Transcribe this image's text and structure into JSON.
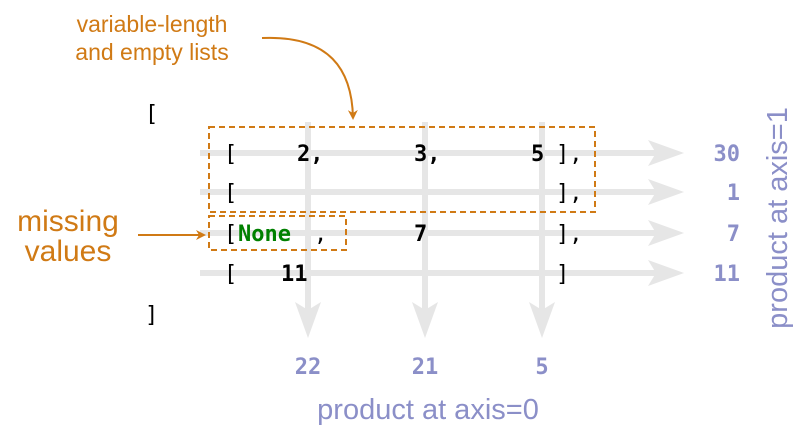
{
  "annotations": {
    "variable_line1": "variable-length",
    "variable_line2": "and empty lists",
    "missing_line1": "missing",
    "missing_line2": "values"
  },
  "array": {
    "open": "[",
    "close": "]",
    "rows": [
      {
        "open": "[",
        "cells": [
          "2,",
          "3,",
          "5"
        ],
        "close": "],"
      },
      {
        "open": "[",
        "cells": [],
        "close": "],"
      },
      {
        "open": "[",
        "cells": [
          "None",
          ",",
          "7"
        ],
        "close": "],"
      },
      {
        "open": "[",
        "cells": [
          "11"
        ],
        "close": "]"
      }
    ]
  },
  "axis1": {
    "label": "product at axis=1",
    "values": [
      "30",
      "1",
      "7",
      "11"
    ]
  },
  "axis0": {
    "label": "product at axis=0",
    "values": [
      "22",
      "21",
      "5"
    ]
  },
  "colors": {
    "annotation": "#d07a15",
    "result": "#8b8fc8",
    "none": "#008000",
    "arrow": "#e6e6e6"
  }
}
